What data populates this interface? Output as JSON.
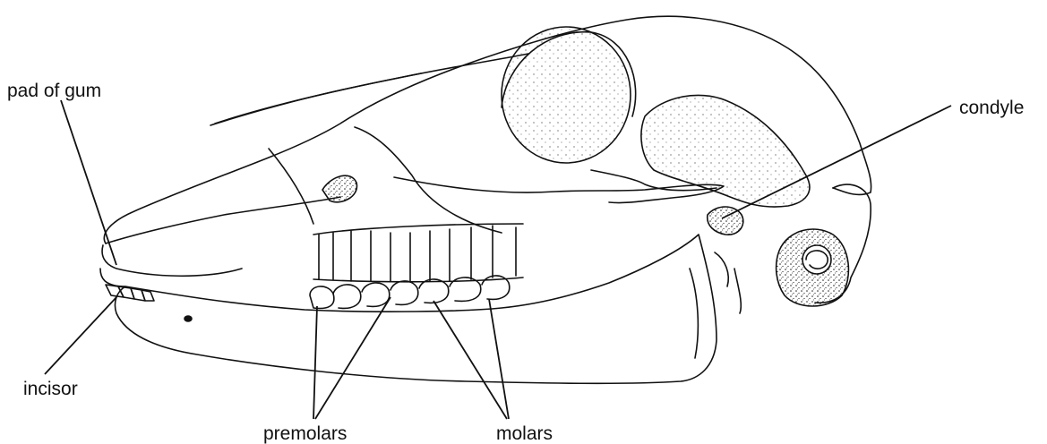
{
  "labels": {
    "pad_of_gum": "pad of gum",
    "condyle": "condyle",
    "incisor": "incisor",
    "premolars": "premolars",
    "molars": "molars"
  },
  "colors": {
    "ink": "#111111",
    "background": "#ffffff"
  }
}
